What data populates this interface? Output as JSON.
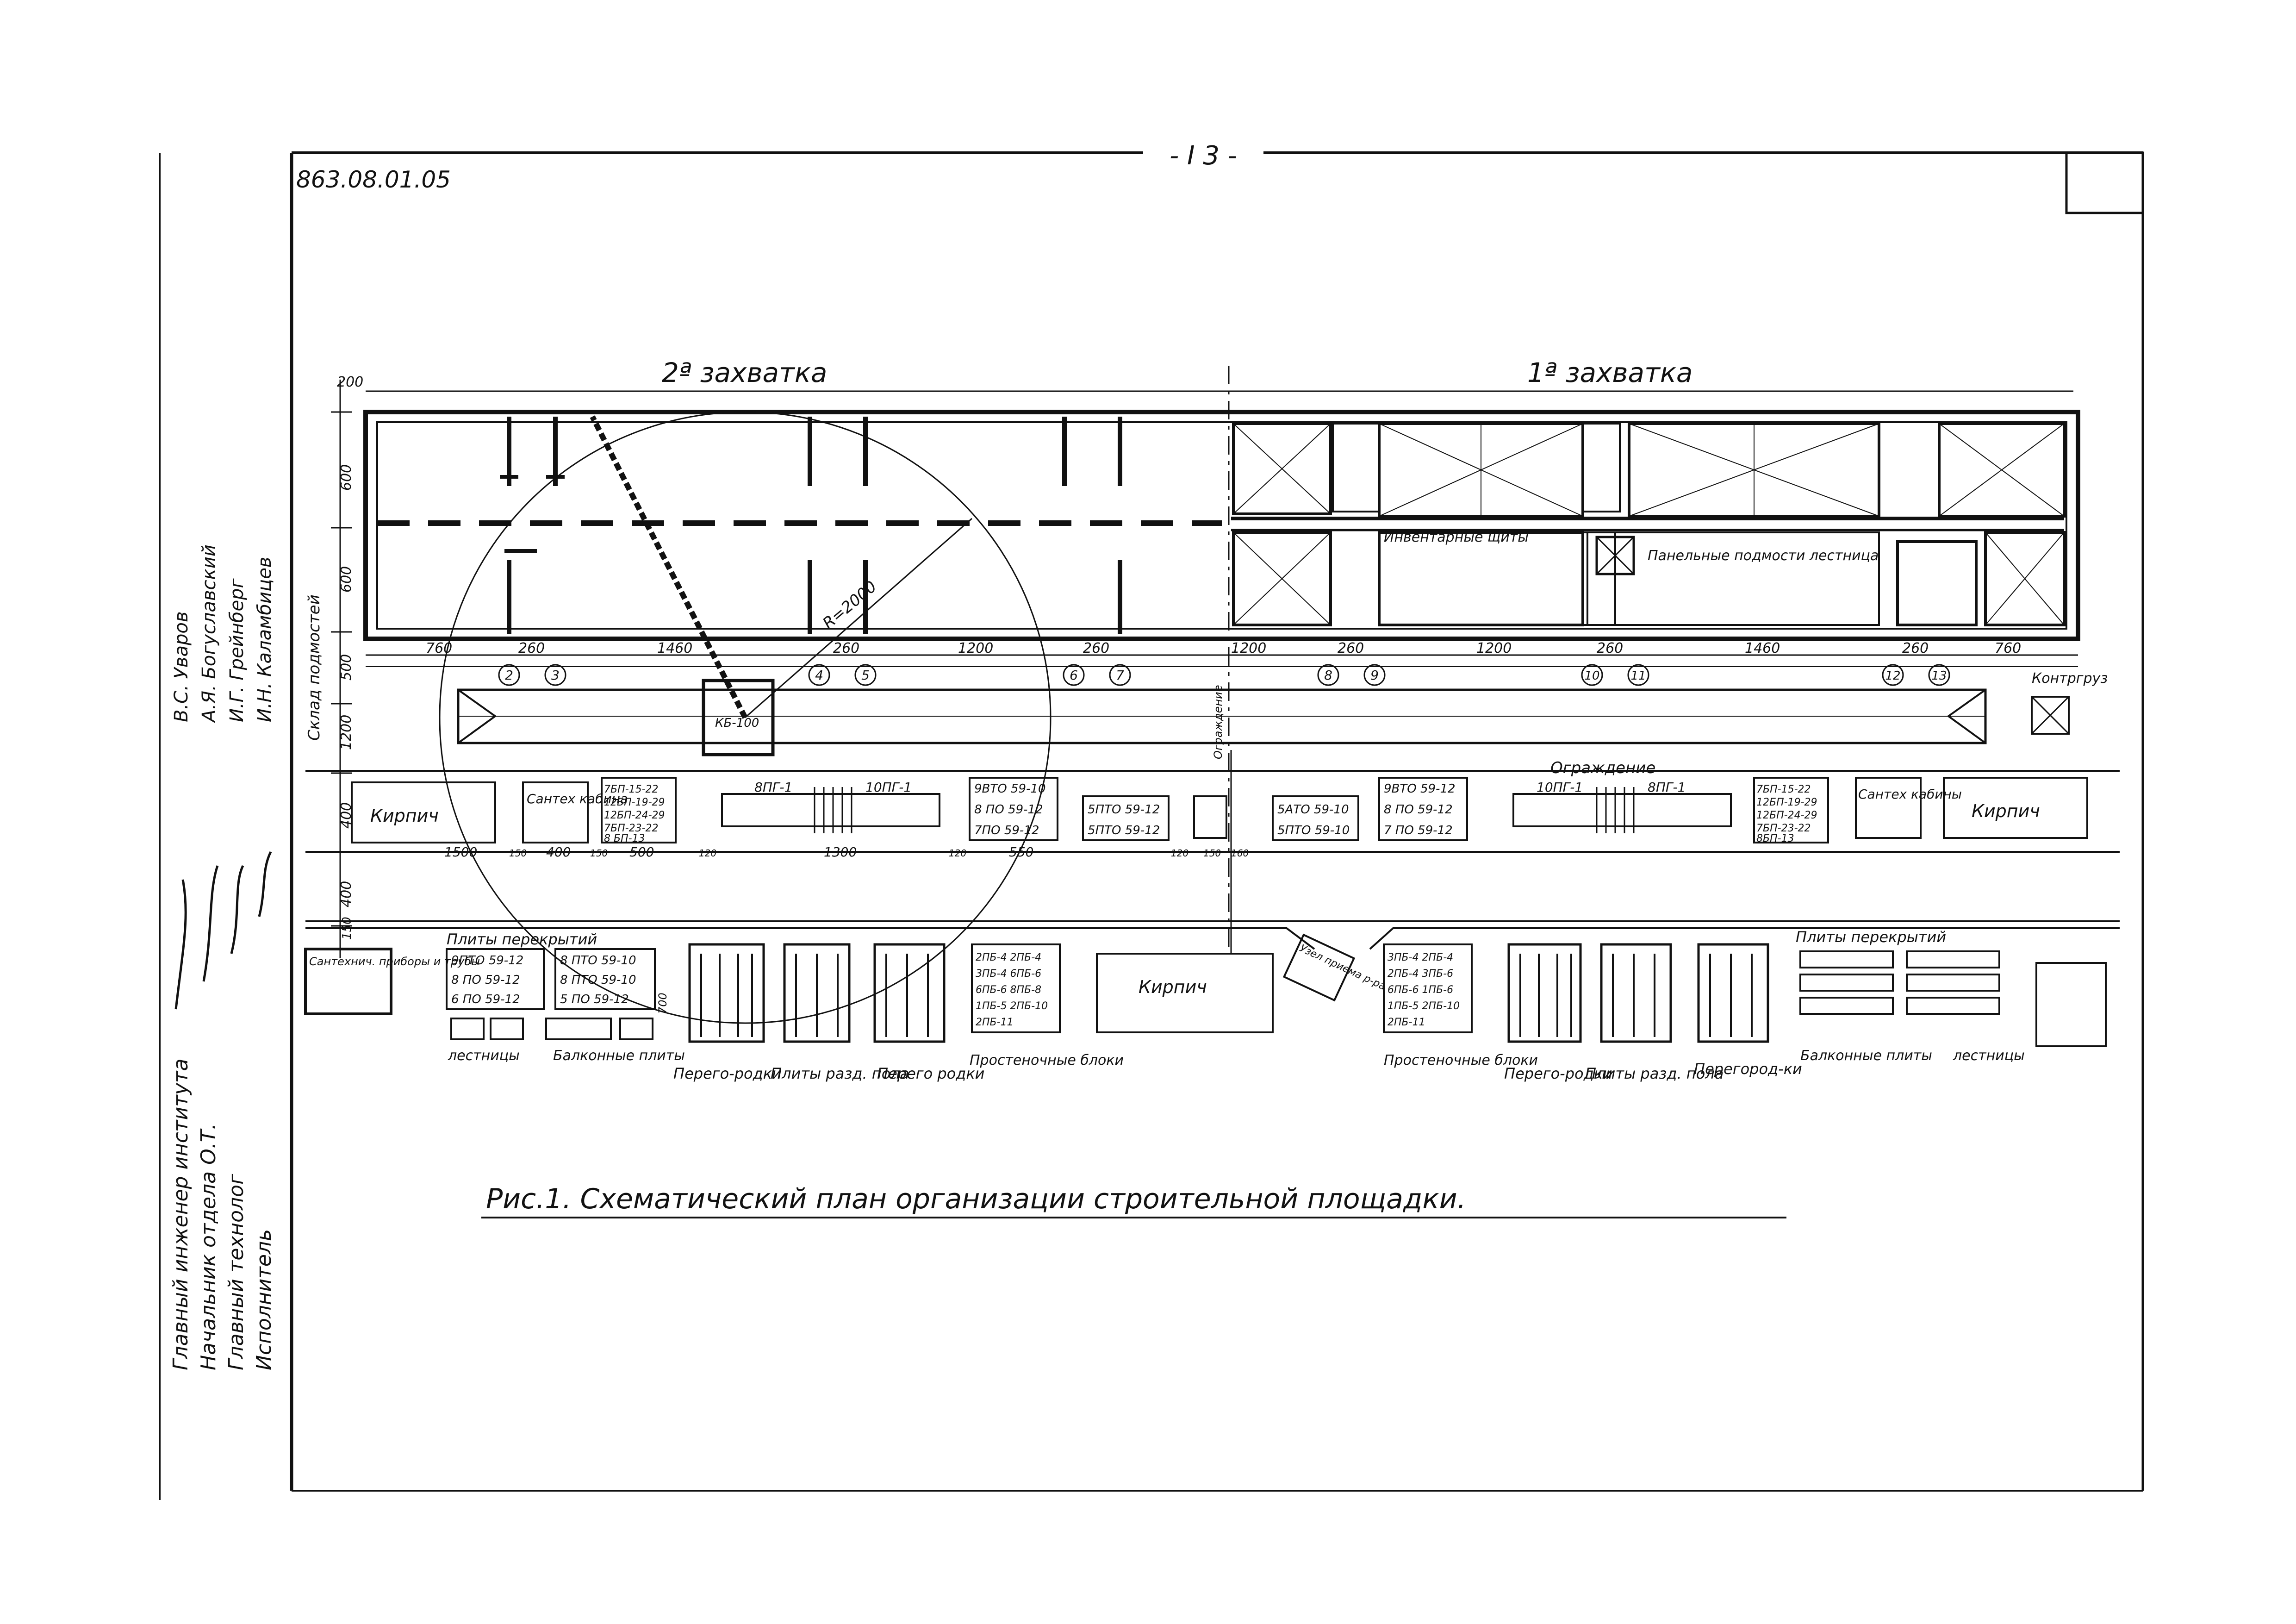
{
  "header": {
    "page_number": "- I 3 -",
    "doc_code": "863.08.01.05"
  },
  "stages": {
    "second": "2ª захватка",
    "first": "1ª захватка"
  },
  "dims": {
    "top_left": "200",
    "vertical": [
      "600",
      "600",
      "500",
      "1200",
      "400",
      "400",
      "150"
    ],
    "axis_row": [
      "760",
      "260",
      "1460",
      "260",
      "1200",
      "260",
      "1200",
      "260",
      "1200",
      "260",
      "1460",
      "260",
      "760"
    ],
    "bottom_row": [
      "1500",
      "150",
      "400",
      "150",
      "500",
      "120",
      "1300",
      "120",
      "550",
      "120",
      "150",
      "160"
    ],
    "crane_radius": "R=2000",
    "drawing_700": "700"
  },
  "axes": [
    "2",
    "3",
    "4",
    "5",
    "6",
    "7",
    "8",
    "9",
    "10",
    "11",
    "12",
    "13"
  ],
  "labels": {
    "crane": "КБ-100",
    "counterweight": "Контргруз",
    "sklad": "Склад подмостей",
    "brick_left": "Кирпич",
    "brick_right": "Кирпич",
    "brick_center": "Кирпич",
    "santeh_left": "Сантех кабина",
    "santeh_right": "Сантех кабины",
    "inventory": "Инвентарные щиты",
    "panel_supports": "Панельные подмости лестница",
    "fence": "Ограждение",
    "pipe_marker": "Ограждение",
    "node": "Узел приема р-ра",
    "sanitary": "Сантехнич. приборы и трубы",
    "slabs_overlap": "Плиты перекрытий",
    "slabs_overlap_right": "Плиты перекрытий",
    "stairs_left": "лестницы",
    "balcony_left": "Балконные плиты",
    "balcony_right": "Балконные плиты",
    "stairs_right": "лестницы",
    "partitions_1": "Перего-родки",
    "floor_plates_1": "Плиты разд. пола",
    "partitions_2": "Перего родки",
    "prostenoch_left": "Простеночные блоки",
    "prostenoch_right": "Простеночные блоки",
    "partitions_3": "Перего-родки",
    "floor_plates_2": "Плиты разд. пола",
    "partitions_4": "Перегород-ки",
    "beams_left": "8ПГ-1",
    "beams_left2": "10ПГ-1",
    "beams_right": "10ПГ-1",
    "beams_right2": "8ПГ-1"
  },
  "stacks": {
    "left_beams": [
      "7БП-15-22",
      "12БП-19-29",
      "12БП-24-29",
      "7БП-23-22",
      "8 БП-13"
    ],
    "right_beams": [
      "7БП-15-22",
      "12БП-19-29",
      "12БП-24-29",
      "7БП-23-22",
      "8БП-13"
    ],
    "mid1": [
      "9ВТО 59-10",
      "8 ПО 59-12",
      "7ПО 59-12"
    ],
    "mid2": [
      "5ПТО 59-12",
      "5ПТО 59-12"
    ],
    "mid3": [
      "5АТО 59-10",
      "5ПТО 59-10"
    ],
    "mid4": [
      "9ВТО 59-12",
      "8 ПО 59-12",
      "7 ПО 59-12"
    ],
    "slabs_left": [
      "9ПТО 59-12",
      "8 ПО 59-12",
      "6 ПО 59-12"
    ],
    "slabs_left2": [
      "8 ПТО 59-10",
      "8 ПТО 59-10",
      "5 ПО 59-12"
    ],
    "blocks_left": [
      "2ПБ-4 2ПБ-4",
      "3ПБ-4 6ПБ-6",
      "6ПБ-6 8ПБ-8",
      "1ПБ-5 2ПБ-10",
      "2ПБ-11"
    ],
    "blocks_right": [
      "3ПБ-4 2ПБ-4",
      "2ПБ-4 3ПБ-6",
      "6ПБ-6 1ПБ-6",
      "1ПБ-5 2ПБ-10",
      "2ПБ-11"
    ]
  },
  "signatures": {
    "role1": "Главный инженер института",
    "role2": "Начальник отдела О.Т.",
    "role3": "Главный технолог",
    "role4": "Исполнитель",
    "name1": "В.С. Уваров",
    "name2": "А.Я. Богуславский",
    "name3": "И.Г. Грейнберг",
    "name4": "И.Н. Каламбицев"
  },
  "caption": "Рис.1. Схематический план организации строительной площадки."
}
